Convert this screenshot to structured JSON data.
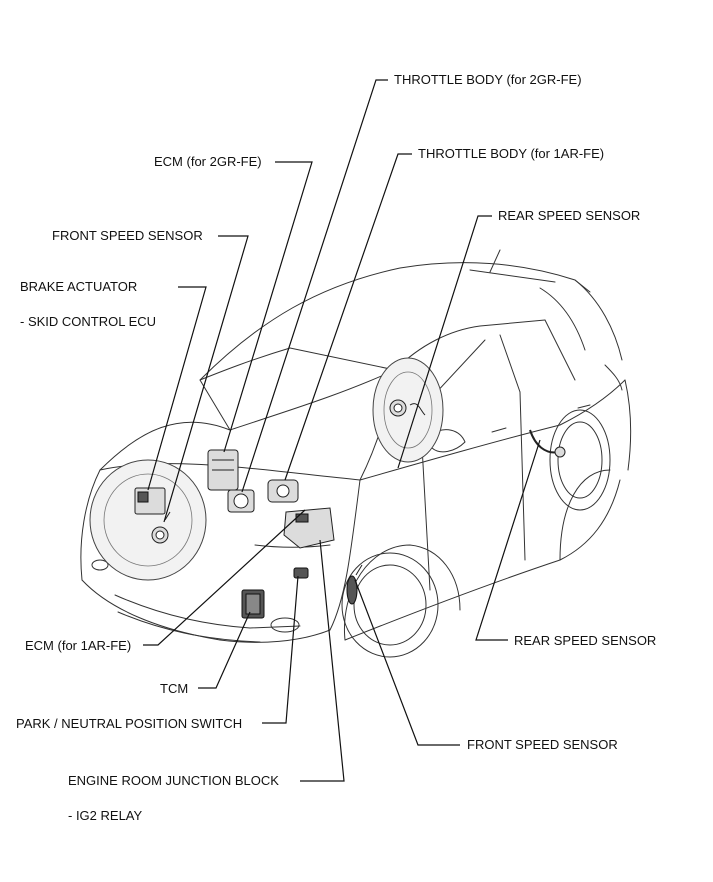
{
  "labels": {
    "throttle_2gr": "THROTTLE BODY (for 2GR-FE)",
    "throttle_1ar": "THROTTLE BODY (for 1AR-FE)",
    "ecm_2gr": "ECM (for 2GR-FE)",
    "rear_speed_upper": "REAR SPEED SENSOR",
    "front_speed_upper": "FRONT SPEED SENSOR",
    "brake_actuator": "BRAKE ACTUATOR",
    "skid_control": "- SKID CONTROL ECU",
    "rear_speed_lower": "REAR SPEED SENSOR",
    "ecm_1ar": "ECM (for 1AR-FE)",
    "tcm": "TCM",
    "park_neutral": "PARK / NEUTRAL POSITION SWITCH",
    "front_speed_lower": "FRONT SPEED SENSOR",
    "junction_block": "ENGINE ROOM JUNCTION BLOCK",
    "ig2_relay": "- IG2 RELAY"
  },
  "icons": [
    "car-outline-icon",
    "ecm-module-icon",
    "throttle-body-icon",
    "brake-actuator-icon",
    "speed-sensor-icon",
    "tcm-module-icon",
    "junction-block-icon",
    "position-switch-icon"
  ]
}
